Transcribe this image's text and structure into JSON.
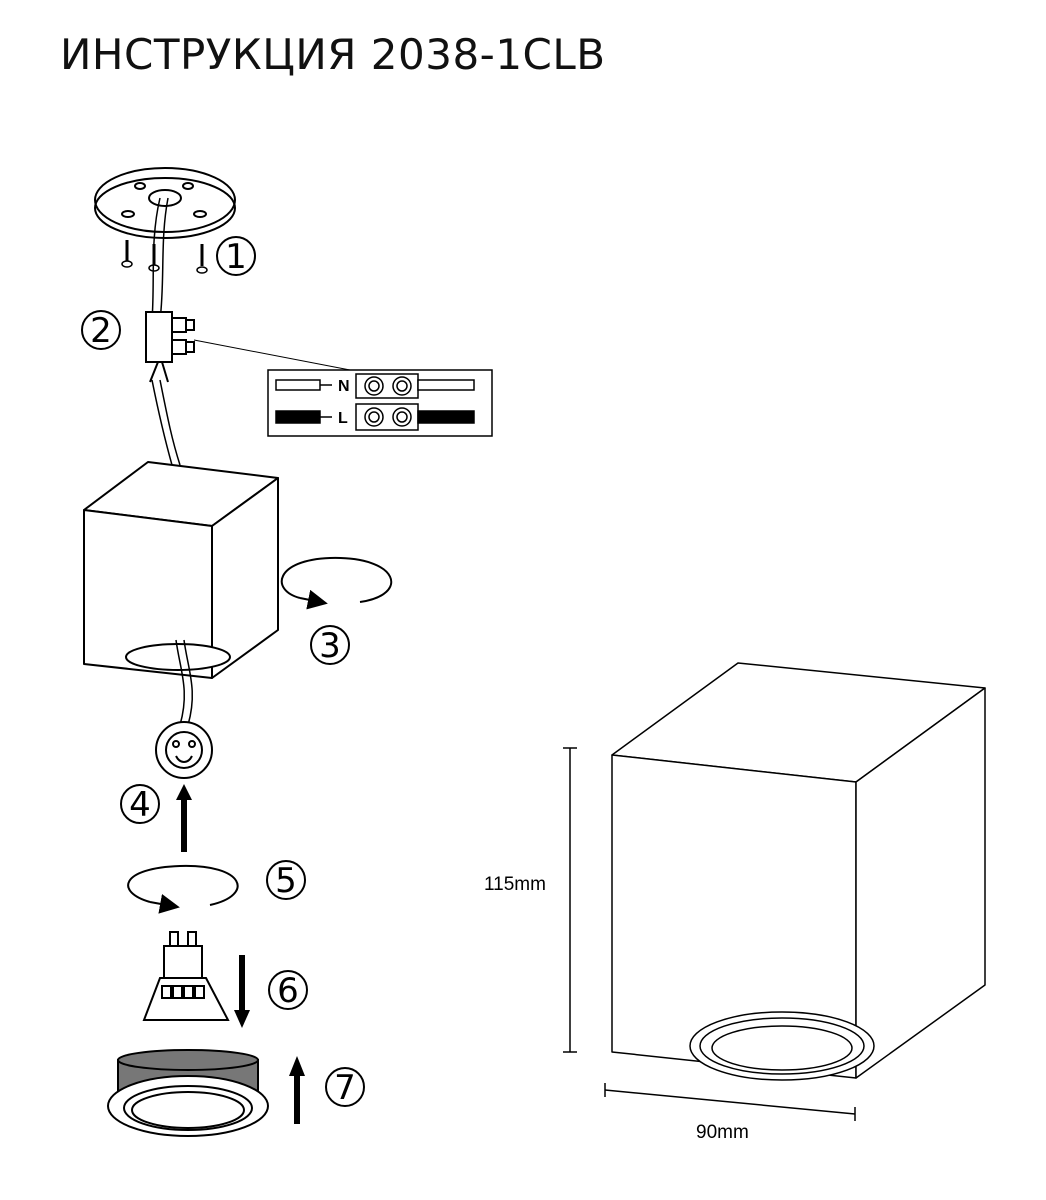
{
  "title": "ИНСТРУКЦИЯ 2038-1CLB",
  "steps": [
    "1",
    "2",
    "3",
    "4",
    "5",
    "6",
    "7"
  ],
  "wiring": {
    "neutral_label": "N",
    "live_label": "L"
  },
  "dimensions": {
    "height": "115mm",
    "width": "90mm"
  }
}
